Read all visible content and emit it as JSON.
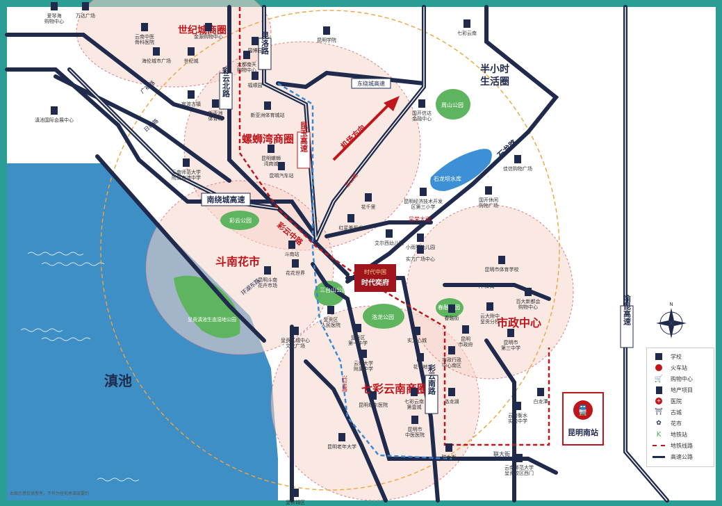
{
  "zones": {
    "shijicheng": "世纪城商圈",
    "luosiwan": "螺蛳湾商圈",
    "dounan": "斗南花市",
    "qicai": "七彩云南商圈",
    "shizheng": "市政中心"
  },
  "half_hour": "半小时\n生活圈",
  "lake": "滇池",
  "roads": {
    "nanrao": "南绕城高速",
    "dongrao": "东绕城高速",
    "caiyunbei": "彩云北路",
    "kunluo": "昆洛路",
    "kunyu": "昆玉高速",
    "caiyunzhong": "彩云中路",
    "caiyunnan": "彩云南路",
    "shilong": "石龙路",
    "yukun": "渝昆高速",
    "xingcheng": "兴呈路",
    "huanhu": "环湖东路",
    "guangfu": "广福路",
    "rixin": "日新路",
    "chengbai": "呈白路",
    "chengrong": "呈荣大道",
    "xianghe": "祥和街",
    "lianda": "联大街",
    "airport": "机场方向"
  },
  "project": {
    "logo": "时代中国",
    "name": "时代奕府"
  },
  "station": "昆明南站",
  "parks": {
    "caiyun": "彩云公园",
    "zhoushan": "周山公园",
    "shilongba": "石龙坝水库",
    "santaishan": "三台山公园",
    "laolong": "洛龙公园",
    "chunrong": "春融公园",
    "wetland": "呈贡滇池生态湿地公园"
  },
  "pois": [
    {
      "t": "爱琴海\n购物中心"
    },
    {
      "t": "万达广场"
    },
    {
      "t": "云南中医\n骨科医院"
    },
    {
      "t": "金源购物中心"
    },
    {
      "t": "海伦城市广场"
    },
    {
      "t": "世纪城"
    },
    {
      "t": "官渡古镇"
    },
    {
      "t": "新亚洲\n体育城"
    },
    {
      "t": "滇池国际会展中心"
    },
    {
      "t": "国博园"
    },
    {
      "t": "大都南天\n购物中心"
    },
    {
      "t": "昆明学院"
    },
    {
      "t": "福顺园"
    },
    {
      "t": "新亚洲体育城站"
    },
    {
      "t": "七彩云南"
    },
    {
      "t": "昆明螺蛳\n湾商城"
    },
    {
      "t": "昆明汽车站"
    },
    {
      "t": "云南师范大学\n附属官渡中学"
    },
    {
      "t": "昆明经济技术开发\n区第三小学"
    },
    {
      "t": "国开信达\n金融中心"
    },
    {
      "t": "国开休闲\n购物广场"
    },
    {
      "t": "佳信购物广场"
    },
    {
      "t": "花千里"
    },
    {
      "t": "红星美凯龙"
    },
    {
      "t": "斗南站"
    },
    {
      "t": "昆明斗南\n花卉市场"
    },
    {
      "t": "花花世界"
    },
    {
      "t": "艾尔西幼儿园"
    },
    {
      "t": "小雨笋幼儿园"
    },
    {
      "t": "实力广场中心"
    },
    {
      "t": "昆明市体育学校"
    },
    {
      "t": "云大附中\n呈贡分校"
    },
    {
      "t": "百大新都会\n购物中心"
    },
    {
      "t": "春融街"
    },
    {
      "t": "呈贡区\n人民医院"
    },
    {
      "t": "呈贡区\n第一中学"
    },
    {
      "t": "实力心城"
    },
    {
      "t": "昆明\n市政府"
    },
    {
      "t": "昆明市\n第三中学"
    },
    {
      "t": "市政行政\n中心南区"
    },
    {
      "t": "云南大学\n附属中学"
    },
    {
      "t": "花千地"
    },
    {
      "t": "呈贡区城中心\n文化广场"
    },
    {
      "t": "七彩云南\n第壹城"
    },
    {
      "t": "昆明城东医院"
    },
    {
      "t": "昆明市\n中医医院"
    },
    {
      "t": "洛龙湖"
    },
    {
      "t": "白龙潭"
    },
    {
      "t": "云南衡水\n实验中学"
    },
    {
      "t": "联大街"
    },
    {
      "t": "昆明老年大学"
    },
    {
      "t": "云南师范大学\n呈贡校区西门"
    },
    {
      "t": "呈贡城区"
    }
  ],
  "legend": [
    {
      "label": "学校",
      "icon": "school-icon"
    },
    {
      "label": "火车站",
      "icon": "train-icon"
    },
    {
      "label": "购物中心",
      "icon": "shopping-cart-icon"
    },
    {
      "label": "地产项目",
      "icon": "building-icon"
    },
    {
      "label": "医院",
      "icon": "hospital-icon"
    },
    {
      "label": "古城",
      "icon": "pavilion-icon"
    },
    {
      "label": "花市",
      "icon": "flower-icon"
    },
    {
      "label": "地铁站",
      "icon": "metro-icon"
    },
    {
      "label": "地铁线路",
      "icon": "metro-line-icon"
    },
    {
      "label": "高速公路",
      "icon": "highway-icon"
    }
  ],
  "compass": "N",
  "disclaimer": "本图示意仅供参考，不作为任何承诺或要约",
  "colors": {
    "frame": "#2a9d94",
    "road": "#1f2a4d",
    "zone": "#f6d6cc",
    "lake": "#3e8fc5",
    "park": "#5fb55f",
    "accent": "#c0161b",
    "metro_blue": "#3a88d6"
  }
}
